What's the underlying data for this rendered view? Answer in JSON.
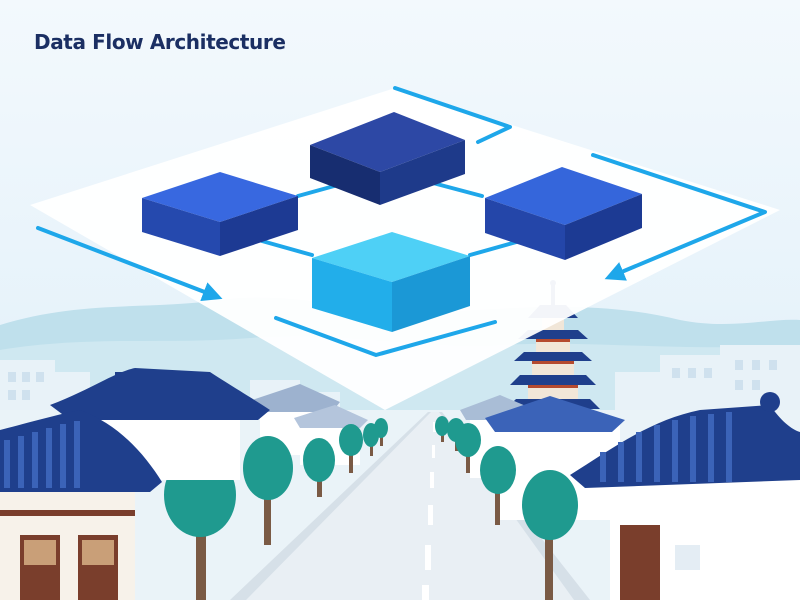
{
  "header": {
    "title": "Data Flow Architecture"
  },
  "diagram": {
    "nodes": [
      {
        "id": "node-top",
        "color": "#1e3a8a"
      },
      {
        "id": "node-left",
        "color": "#2f55c9"
      },
      {
        "id": "node-right",
        "color": "#2c58c8"
      },
      {
        "id": "node-bottom",
        "color": "#27b6ee"
      }
    ],
    "flow_arrow_color": "#1ea7ea",
    "platform_color": "#ffffff"
  },
  "scene": {
    "sky_color": "#e6f3fb",
    "roof_color": "#1f3f8c",
    "tree_color": "#1f9a8f",
    "road_color": "#e9eff4"
  }
}
